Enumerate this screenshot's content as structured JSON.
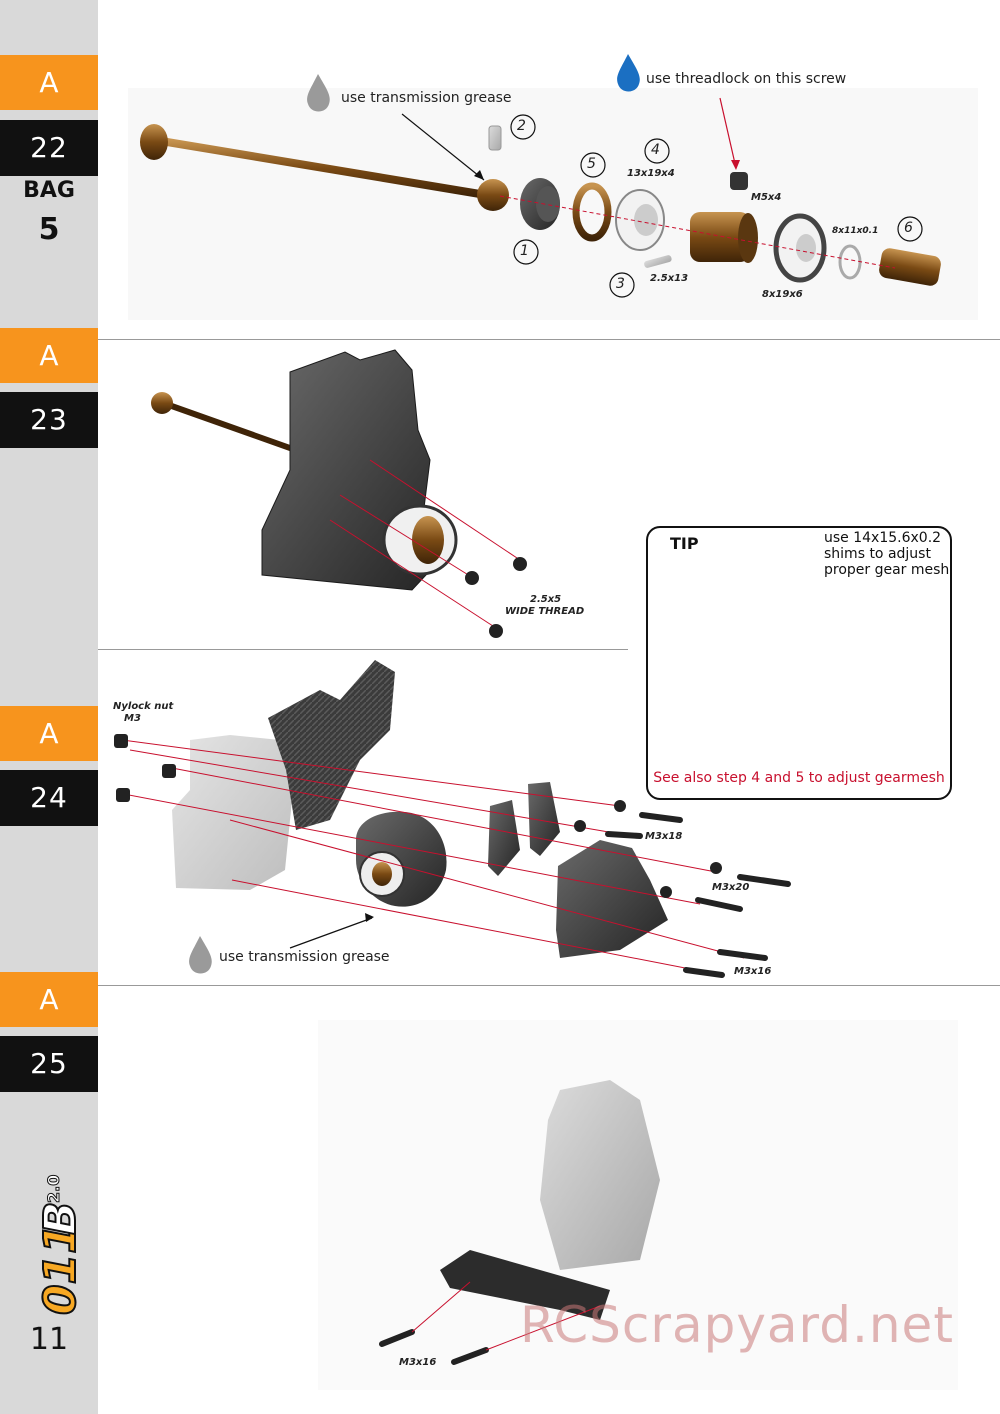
{
  "sidebar": {
    "steps": [
      {
        "letter": "A",
        "number": "22"
      },
      {
        "letter": "A",
        "number": "23"
      },
      {
        "letter": "A",
        "number": "24"
      },
      {
        "letter": "A",
        "number": "25"
      }
    ],
    "bag_label": "BAG",
    "bag_number": "5",
    "page_number": "11",
    "logo_text": "011B2.0"
  },
  "step22": {
    "grease_note": "use transmission grease",
    "threadlock_note": "use threadlock on this screw",
    "callouts": [
      "1",
      "2",
      "3",
      "4",
      "5",
      "6"
    ],
    "dims": {
      "bearing_a": "13x19x4",
      "screw": "M5x4",
      "pin": "2.5x13",
      "bearing_b": "8x19x6",
      "shim": "8x11x0.1"
    }
  },
  "step23": {
    "screw_spec_1": "2.5x5",
    "screw_spec_2": "WIDE THREAD"
  },
  "tip": {
    "title": "TIP",
    "text": "use 14x15.6x0.2 shims to adjust proper gear mesh",
    "note": "See also step 4 and 5 to adjust gearmesh"
  },
  "step24": {
    "nut_label_1": "Nylock nut",
    "nut_label_2": "M3",
    "screws": [
      "M3x18",
      "M3x20",
      "M3x16"
    ],
    "grease_note": "use transmission grease"
  },
  "step25": {
    "screw": "M3x16"
  },
  "watermark": "RCScrapyard.net",
  "colors": {
    "orange": "#f7941d",
    "black_tab": "#111111",
    "sidebar_gray": "#d9d9d9",
    "tip_note_red": "#c8102e",
    "bronze": "#8a5a1c"
  }
}
